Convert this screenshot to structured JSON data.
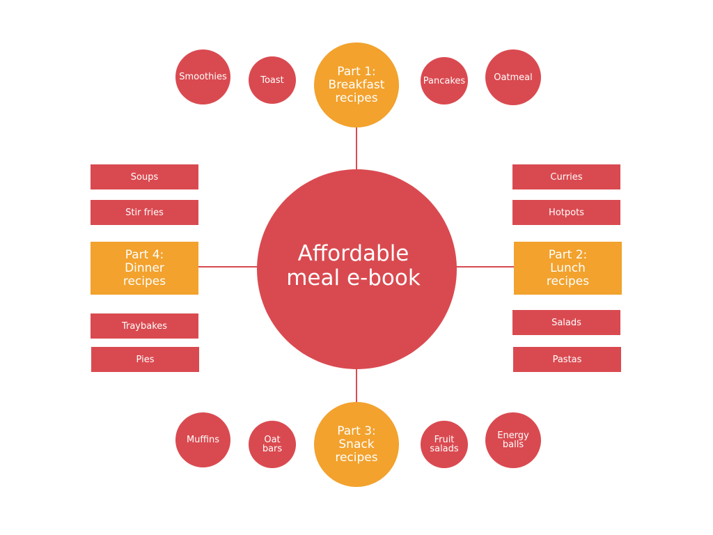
{
  "colors": {
    "node_red": "#d94a50",
    "node_orange": "#f2a22d",
    "text": "#ffffff"
  },
  "center": {
    "label": "Affordable\nmeal e-book"
  },
  "parts": {
    "breakfast": {
      "label": "Part 1:\nBreakfast\nrecipes",
      "items": [
        "Smoothies",
        "Toast",
        "Pancakes",
        "Oatmeal"
      ]
    },
    "lunch": {
      "label": "Part 2:\nLunch\nrecipes",
      "items": [
        "Curries",
        "Hotpots",
        "Salads",
        "Pastas"
      ]
    },
    "snack": {
      "label": "Part 3:\nSnack\nrecipes",
      "items": [
        "Muffins",
        "Oat\nbars",
        "Fruit\nsalads",
        "Energy\nballs"
      ]
    },
    "dinner": {
      "label": "Part 4:\nDinner\nrecipes",
      "items": [
        "Soups",
        "Stir fries",
        "Traybakes",
        "Pies"
      ]
    }
  }
}
